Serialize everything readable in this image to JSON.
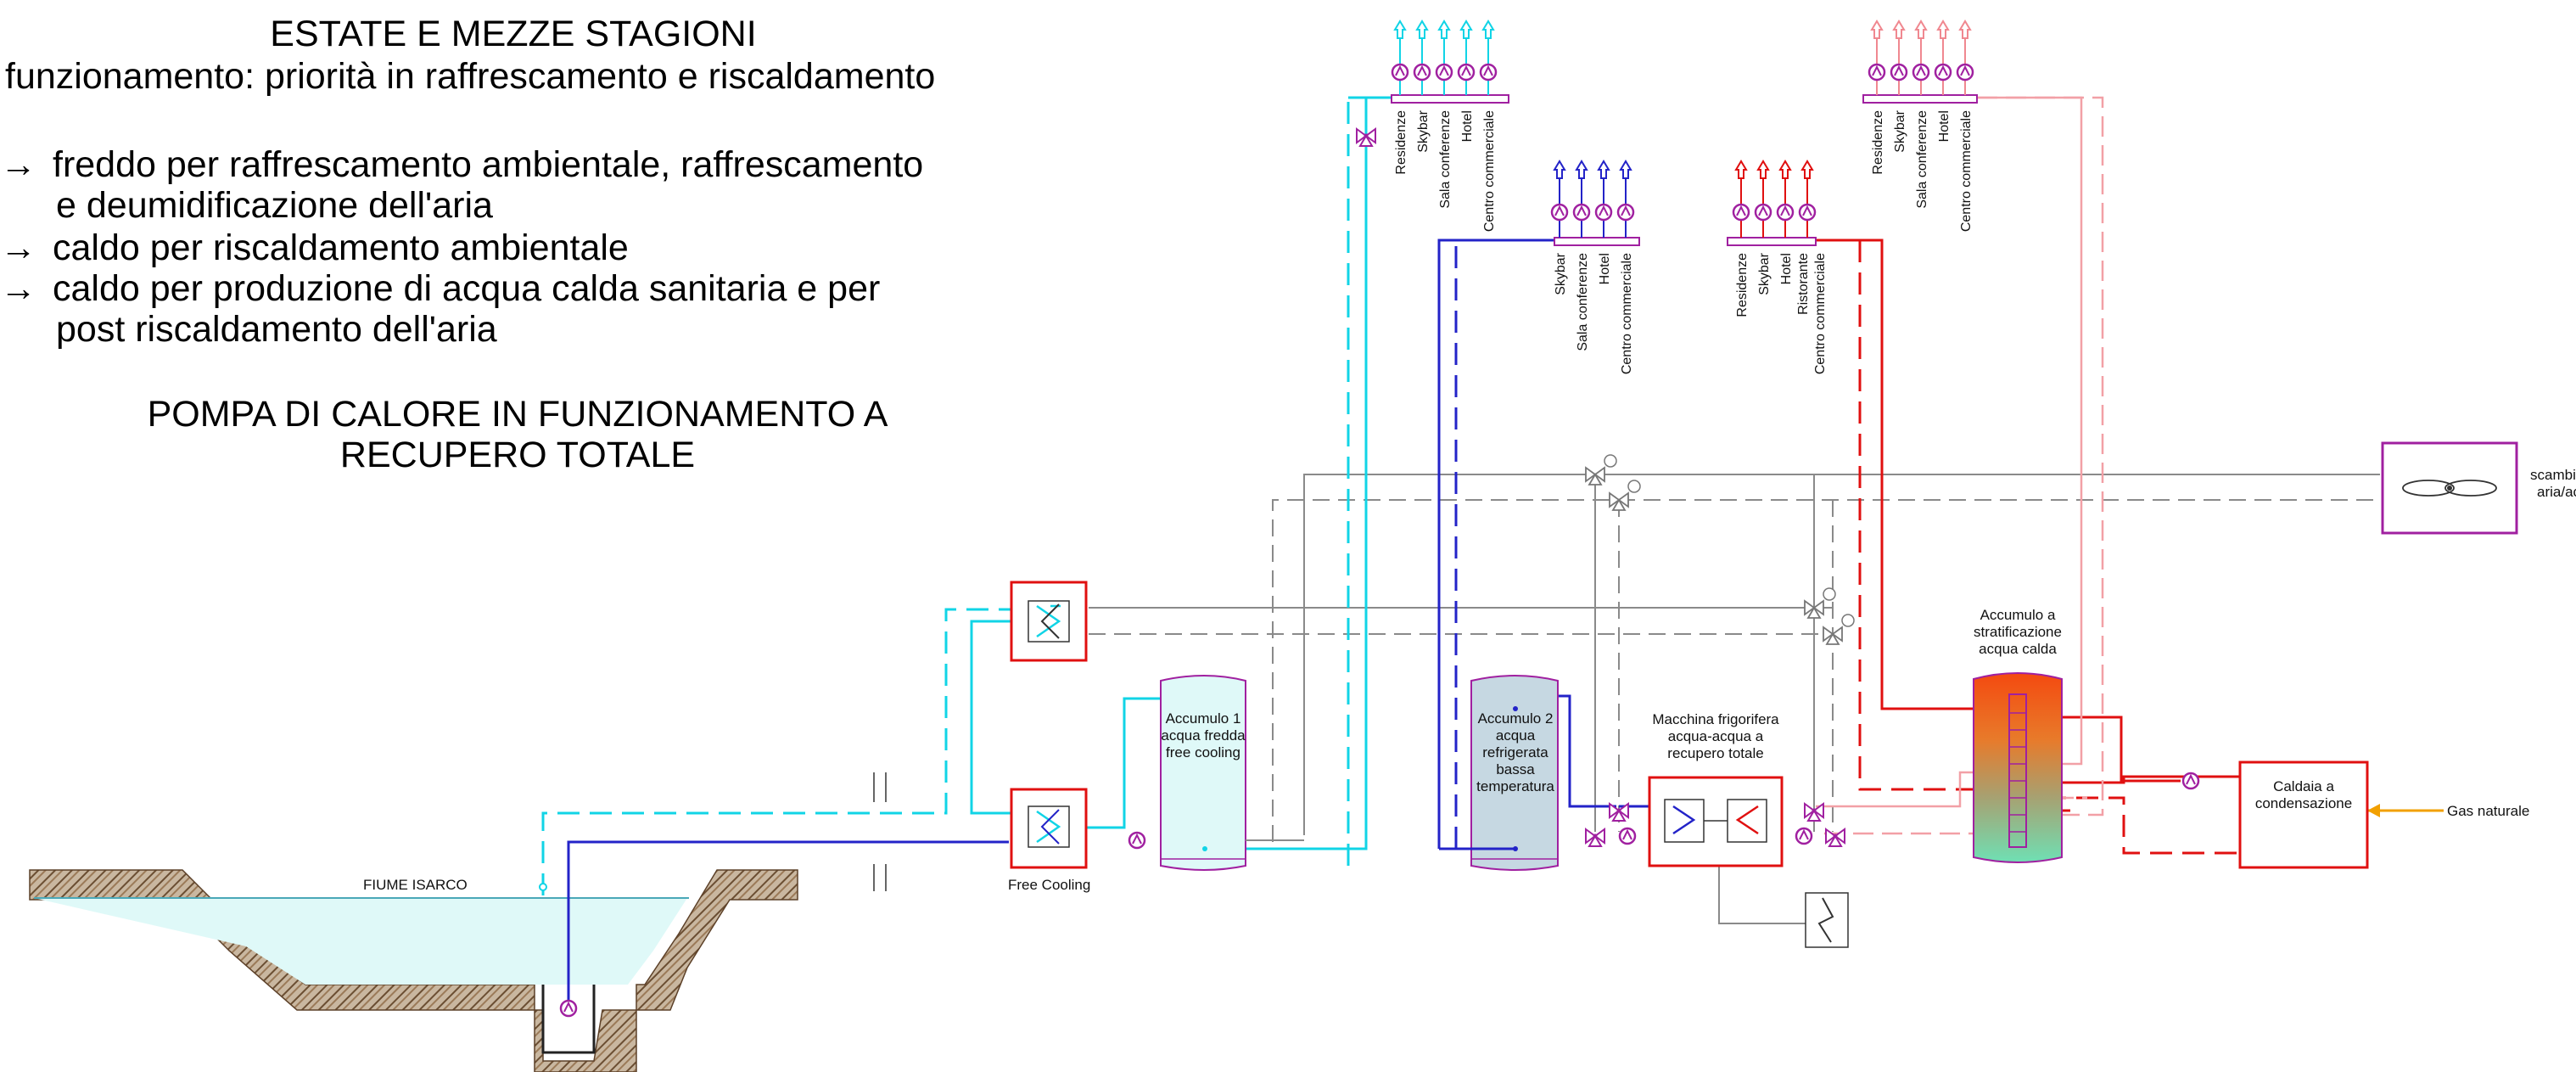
{
  "header": {
    "title": "ESTATE E MEZZE STAGIONI",
    "subtitle": "funzionamento: priorità in raffrescamento e riscaldamento",
    "bullets": [
      {
        "arrow": "→",
        "line1": "freddo per raffrescamento ambientale, raffrescamento",
        "line2": "e deumidificazione dell'aria"
      },
      {
        "arrow": "→",
        "line1": "caldo per riscaldamento ambientale",
        "line2": ""
      },
      {
        "arrow": "→",
        "line1": "caldo per produzione di acqua calda sanitaria e per",
        "line2": "post riscaldamento dell'aria"
      }
    ],
    "mode_line1": "POMPA DI CALORE IN FUNZIONAMENTO A",
    "mode_line2": "RECUPERO TOTALE"
  },
  "manifolds": {
    "cyan": [
      "Residenze",
      "Skybar",
      "Sala conferenze",
      "Hotel",
      "Centro commerciale"
    ],
    "blue": [
      "Skybar",
      "Sala conferenze",
      "Hotel",
      "Centro commerciale"
    ],
    "red": [
      "Residenze",
      "Skybar",
      "Hotel",
      "Ristorante",
      "Centro commerciale"
    ],
    "pink": [
      "Residenze",
      "Skybar",
      "Sala conferenze",
      "Hotel",
      "Centro commerciale"
    ]
  },
  "components": {
    "river": "FIUME ISARCO",
    "free_cooling": "Free Cooling",
    "tank1": [
      "Accumulo 1",
      "acqua fredda",
      "free cooling"
    ],
    "tank2": [
      "Accumulo 2",
      "acqua",
      "refrigerata",
      "bassa",
      "temperatura"
    ],
    "chiller": [
      "Macchina frigorifera",
      "acqua-acqua a",
      "recupero totale"
    ],
    "hot_tank": [
      "Accumulo a",
      "stratificazione",
      "acqua calda"
    ],
    "boiler": [
      "Caldaia a",
      "condensazione"
    ],
    "gas": "Gas naturale",
    "air_exchanger": [
      "scambia",
      "aria/ac"
    ]
  },
  "colors": {
    "cyan": "#11d4e6",
    "blue": "#2323c8",
    "red": "#e01010",
    "pink": "#f2a0a6",
    "grey": "#8a8a8a",
    "purple": "#a020a0",
    "orange": "#f2a000"
  }
}
